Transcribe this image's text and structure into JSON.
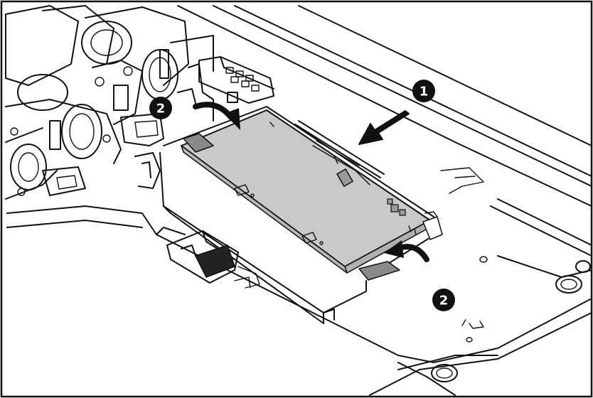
{
  "colors": {
    "outline": "#111111",
    "board_fill": "#c9c9c9",
    "tab_fill": "#8a8a8a",
    "callout_fill": "#111111",
    "callout_text": "#ffffff",
    "background": "#ffffff"
  },
  "callouts": {
    "step1": "1",
    "step2_left": "2",
    "step2_right": "2"
  }
}
